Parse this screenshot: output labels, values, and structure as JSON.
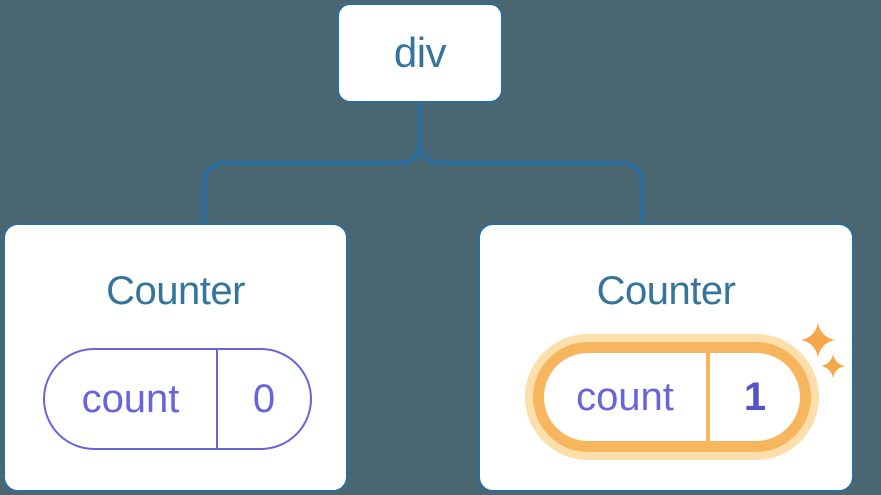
{
  "diagram": {
    "root": {
      "label": "div"
    },
    "children": [
      {
        "title": "Counter",
        "prop_name": "count",
        "prop_value": "0",
        "highlighted": false
      },
      {
        "title": "Counter",
        "prop_name": "count",
        "prop_value": "1",
        "highlighted": true
      }
    ]
  },
  "colors": {
    "background": "#4a6671",
    "line_blue": "#2b6e9e",
    "text_blue": "#35749c",
    "purple": "#6765d9",
    "value_purple": "#5553c6",
    "orange_ring": "#f7b55e",
    "orange_glow": "#fcdfab",
    "sparkle_orange": "#f6a74a"
  }
}
